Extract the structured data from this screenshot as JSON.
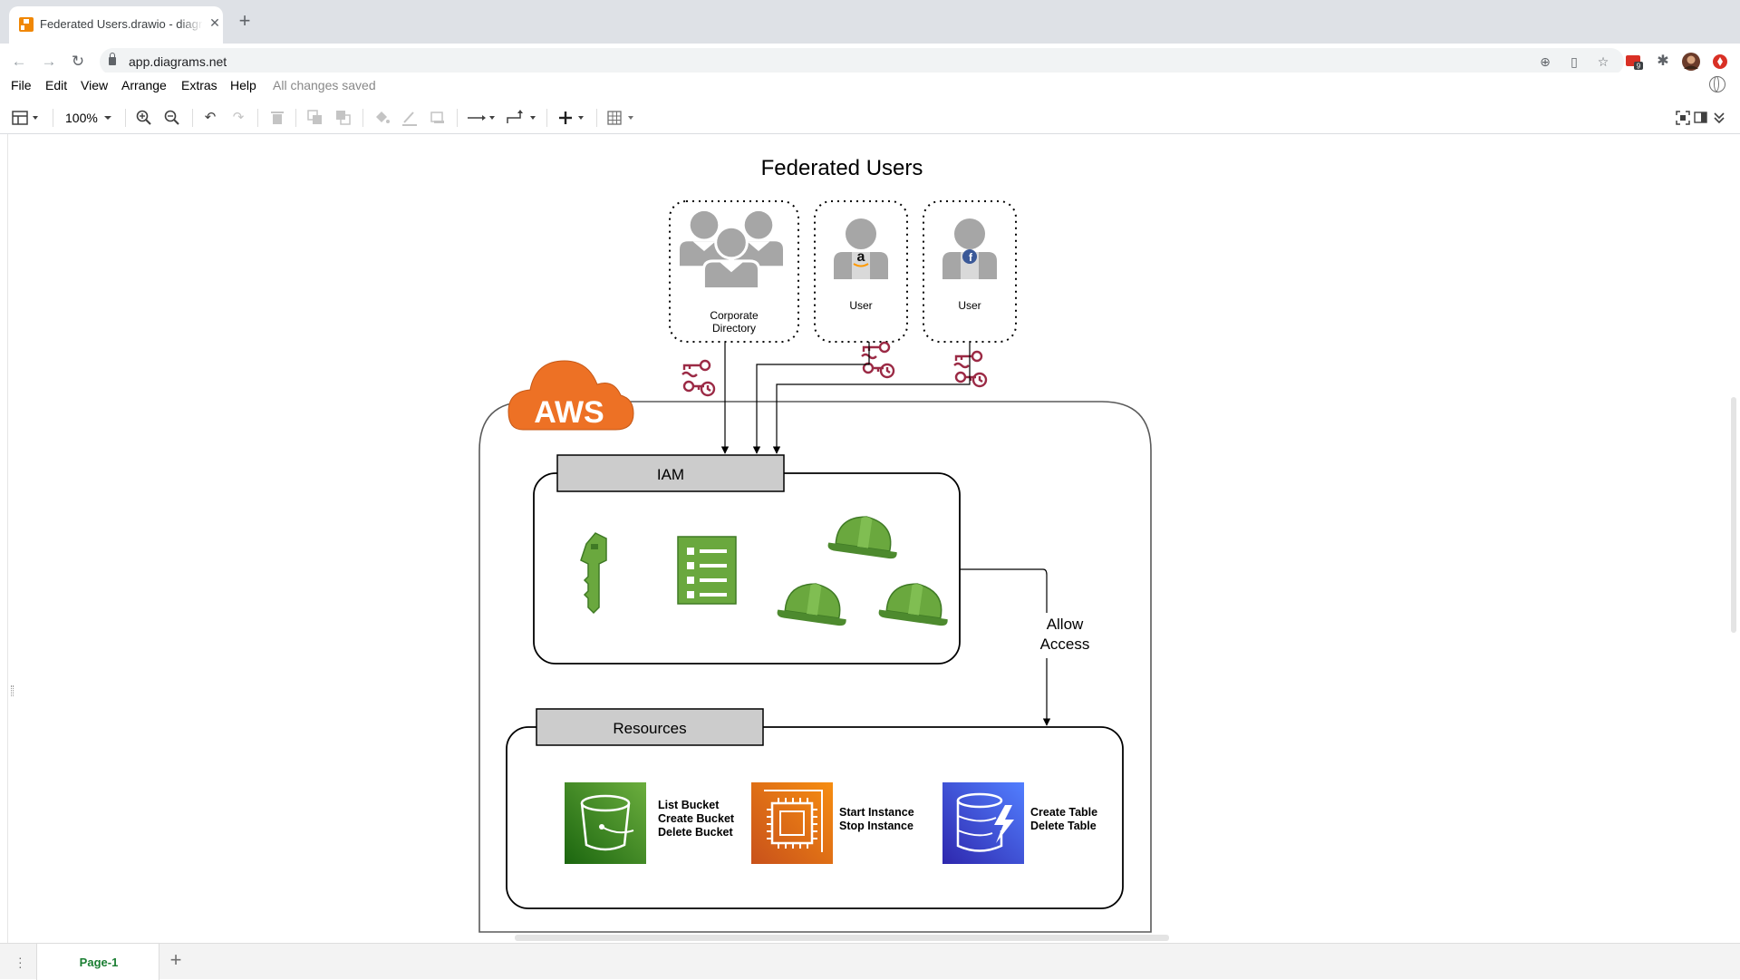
{
  "browser": {
    "tab_title": "Federated Users.drawio - diagrams.net",
    "url": "app.diagrams.net",
    "extension_badge": "9"
  },
  "menu": {
    "items": [
      "File",
      "Edit",
      "View",
      "Arrange",
      "Extras",
      "Help"
    ],
    "status": "All changes saved"
  },
  "toolbar": {
    "zoom": "100%"
  },
  "diagram": {
    "title": "Federated Users",
    "users": [
      {
        "label_line1": "Corporate",
        "label_line2": "Directory"
      },
      {
        "label": "User",
        "badge_icon": "amazon-logo"
      },
      {
        "label": "User",
        "badge_icon": "facebook-logo"
      }
    ],
    "aws_label": "AWS",
    "iam_label": "IAM",
    "edge_label_line1": "Allow",
    "edge_label_line2": "Access",
    "resources_label": "Resources",
    "resources": [
      {
        "icon": "s3-bucket-icon",
        "color": "#3f8624",
        "actions": [
          "List Bucket",
          "Create Bucket",
          "Delete Bucket"
        ]
      },
      {
        "icon": "ec2-chip-icon",
        "color": "#e2621e",
        "actions": [
          "Start Instance",
          "Stop Instance"
        ]
      },
      {
        "icon": "dynamodb-icon",
        "color": "#3b48cc",
        "actions": [
          "Create Table",
          "Delete Table"
        ]
      }
    ],
    "colors": {
      "aws_orange": "#ed7125",
      "iam_green": "#6aa83e",
      "key_red": "#9b2a45",
      "user_gray": "#a6a6a6",
      "label_box_gray": "#cccccc"
    }
  },
  "pages": {
    "current": "Page-1"
  }
}
